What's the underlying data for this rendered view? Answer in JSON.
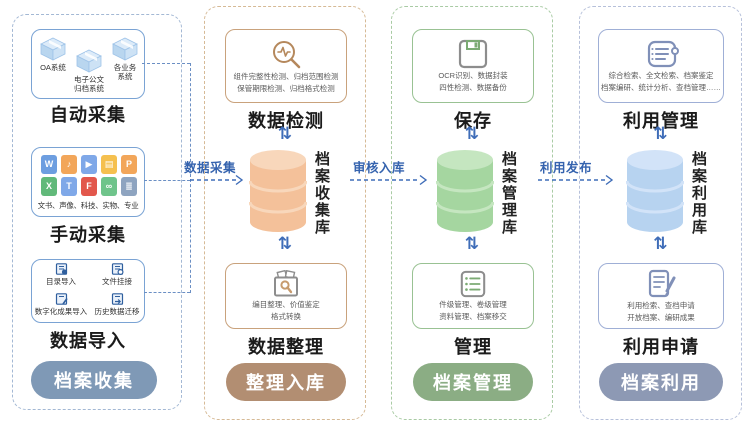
{
  "flow": {
    "labels": {
      "collect": "数据采集",
      "store": "审核入库",
      "publish": "利用发布"
    }
  },
  "icons": {
    "sync": "⇅"
  },
  "col1": {
    "badge": "档案收集",
    "accent": "#7f99b6",
    "auto": {
      "title": "自动采集",
      "systems": [
        {
          "label": "OA系统"
        },
        {
          "label": "电子公文\n归档系统"
        },
        {
          "label": "各业务\n系统"
        }
      ]
    },
    "manual": {
      "title": "手动采集",
      "caption": "文书、声像、科技、实物、专业",
      "files": [
        {
          "name": "word-file",
          "glyph": "W",
          "color": "#6d9ee0"
        },
        {
          "name": "audio-file",
          "glyph": "♪",
          "color": "#f2a65a"
        },
        {
          "name": "video-file",
          "glyph": "▶",
          "color": "#7fa8e8"
        },
        {
          "name": "image-file",
          "glyph": "▤",
          "color": "#f5c04f"
        },
        {
          "name": "ppt-file",
          "glyph": "P",
          "color": "#f2a65a"
        },
        {
          "name": "excel-file",
          "glyph": "X",
          "color": "#61b97a"
        },
        {
          "name": "text-file",
          "glyph": "T",
          "color": "#7fa8e8"
        },
        {
          "name": "pdf-file",
          "glyph": "F",
          "color": "#e2574c"
        },
        {
          "name": "link-file",
          "glyph": "∞",
          "color": "#6fc48b"
        },
        {
          "name": "list-file",
          "glyph": "≣",
          "color": "#8ea4c0"
        }
      ]
    },
    "import": {
      "title": "数据导入",
      "items": [
        "目录导入",
        "文件挂接",
        "数字化成果导入",
        "历史数据迁移"
      ]
    }
  },
  "col2": {
    "badge": "整理入库",
    "accent": "#b28e72",
    "top": {
      "title": "数据检测",
      "line1": "组件完整性检测、归档范围检测",
      "line2": "保管期限检测、归档格式检测"
    },
    "db": {
      "label": "档案收集库",
      "body": "#f4c19a",
      "top": "#f8d7bb"
    },
    "bottom": {
      "title": "数据整理",
      "line1": "编目整理、价值鉴定",
      "line2": "格式转换"
    }
  },
  "col3": {
    "badge": "档案管理",
    "accent": "#8bad84",
    "top": {
      "title": "保存",
      "line1": "OCR识别、数据封装",
      "line2": "四性检测、数据备份"
    },
    "db": {
      "label": "档案管理库",
      "body": "#a5d6a0",
      "top": "#c5e6c0"
    },
    "bottom": {
      "title": "管理",
      "line1": "件级管理、卷级管理",
      "line2": "资料管理、档案移交"
    }
  },
  "col4": {
    "badge": "档案利用",
    "accent": "#8d99b4",
    "top": {
      "title": "利用管理",
      "line1": "综合检索、全文检索、档案鉴定",
      "line2": "档案编研、统计分析、查档管理……"
    },
    "db": {
      "label": "档案利用库",
      "body": "#b7d3f0",
      "top": "#d2e3f8"
    },
    "bottom": {
      "title": "利用申请",
      "line1": "利用检索、查档申请",
      "line2": "开放档案、编研成果"
    }
  }
}
